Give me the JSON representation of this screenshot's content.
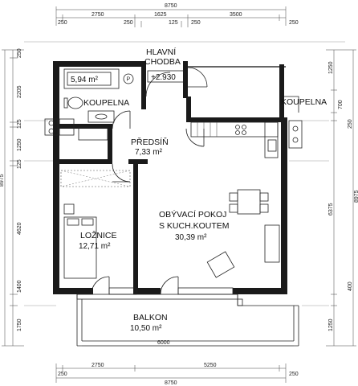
{
  "dimensions": {
    "top_total": "8750",
    "top_row": [
      "250",
      "2750",
      "1625",
      "3500",
      "250"
    ],
    "top_sub": [
      "250",
      "125",
      "250"
    ],
    "bottom_row": [
      "250",
      "2750",
      "5250",
      "250"
    ],
    "bottom_total": "8750",
    "left_column": [
      "250",
      "2205",
      "125",
      "1250",
      "125",
      "4620",
      "1400",
      "1750"
    ],
    "left_total": "8975",
    "right_column": [
      "1250",
      "700",
      "250",
      "6375",
      "400",
      "1250"
    ],
    "right_total": "8975",
    "balcony_width": "6000"
  },
  "corridor": {
    "line1": "HLAVNÍ",
    "line2": "CHODBA",
    "elevation": "+2.930"
  },
  "rooms": {
    "koupelna": {
      "label": "KOUPELNA",
      "area": "5,94 m²"
    },
    "predsin": {
      "label": "PŘEDSÍŇ",
      "area": "7,33 m²"
    },
    "loznice": {
      "label": "LOŽNICE",
      "area": "12,71 m²"
    },
    "obyvaci": {
      "label1": "OBÝVACÍ POKOJ",
      "label2": "S KUCH.KOUTEM",
      "area": "30,39 m²"
    },
    "balkon": {
      "label": "BALKON",
      "area": "10,50 m²"
    }
  },
  "symbols": {
    "meter_label": "P"
  }
}
